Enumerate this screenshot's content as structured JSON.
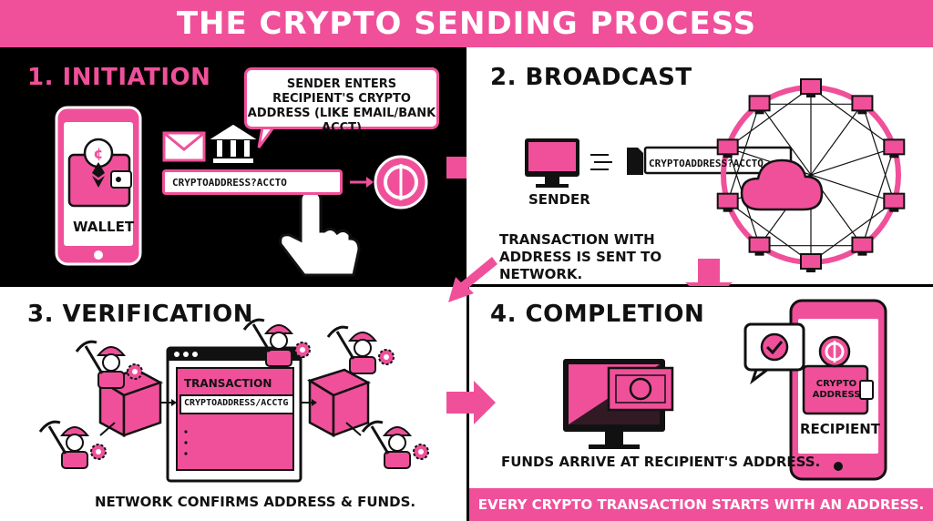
{
  "title": "THE CRYPTO SENDING PROCESS",
  "colors": {
    "accent": "#f0509a",
    "dark": "#000000",
    "light": "#ffffff"
  },
  "steps": [
    {
      "title": "1. INITIATION",
      "bubble_text": "SENDER ENTERS RECIPIENT'S CRYPTO ADDRESS (LIKE EMAIL/BANK ACCT)",
      "wallet_label": "WALLET",
      "address_value": "CRYPTOADDRESS?ACCTO",
      "icons": [
        "phone-icon",
        "wallet-icon",
        "ethereum-icon",
        "coin-icon",
        "envelope-icon",
        "bank-icon",
        "hand-pointer-icon",
        "arrow-right-icon"
      ]
    },
    {
      "title": "2. BROADCAST",
      "sender_label": "SENDER",
      "address_value": "CRYPTOADDRESS?ACCTQ",
      "caption": "TRANSACTION WITH ADDRESS IS SENT TO NETWORK.",
      "icons": [
        "computer-icon",
        "document-icon",
        "cloud-icon",
        "network-icon"
      ]
    },
    {
      "title": "3. VERIFICATION",
      "panel_title": "TRANSACTION",
      "address_value": "CRYPTOADDRESS/ACCTG",
      "caption": "NETWORK CONFIRMS ADDRESS & FUNDS.",
      "icons": [
        "miner-icon",
        "pickaxe-icon",
        "gear-icon",
        "block-icon",
        "browser-window-icon"
      ]
    },
    {
      "title": "4. COMPLETION",
      "wallet_label": "CRYPTO ADDRESS",
      "recipient_label": "RECIPIENT",
      "caption": "FUNDS ARRIVE AT RECIPIENT'S ADDRESS.",
      "icons": [
        "monitor-icon",
        "banknote-icon",
        "checkmark-icon",
        "phone-icon",
        "coin-icon"
      ]
    }
  ],
  "footer": "EVERY CRYPTO TRANSACTION STARTS WITH AN ADDRESS."
}
